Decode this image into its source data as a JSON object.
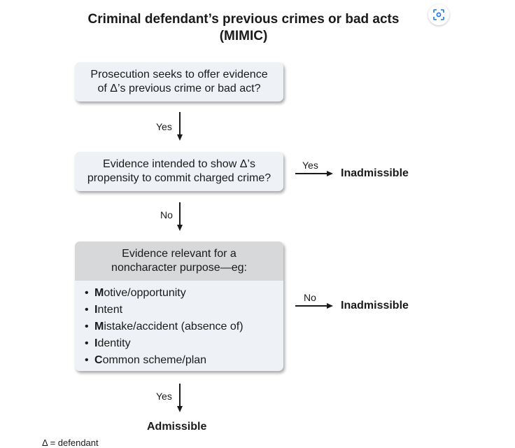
{
  "title": {
    "line1": "Criminal defendant’s previous crimes or bad acts",
    "line2": "(MIMIC)"
  },
  "step1": {
    "line1": "Prosecution seeks to offer evidence",
    "line2": "of Δ’s previous crime or bad act?"
  },
  "step2": {
    "line1": "Evidence intended to show Δ’s",
    "line2": "propensity to commit charged crime?"
  },
  "step3": {
    "header_line1": "Evidence relevant for a",
    "header_line2": "noncharacter purpose—eg:",
    "items": [
      {
        "letter": "M",
        "rest": "otive/opportunity"
      },
      {
        "letter": "I",
        "rest": "ntent"
      },
      {
        "letter": "M",
        "rest": "istake/accident (absence of)"
      },
      {
        "letter": "I",
        "rest": "dentity"
      },
      {
        "letter": "C",
        "rest": "ommon scheme/plan"
      }
    ]
  },
  "labels": {
    "yes1": "Yes",
    "yes2": "Yes",
    "no1": "No",
    "no2": "No",
    "yes3": "Yes"
  },
  "outcomes": {
    "inadmissible1": "Inadmissible",
    "inadmissible2": "Inadmissible",
    "admissible": "Admissible"
  },
  "footnote": "Δ = defendant",
  "icons": {
    "lens": "google-lens-icon"
  },
  "colors": {
    "box_fill": "#eef2f7",
    "header_fill": "#d6d8da",
    "text": "#1a1a1a",
    "lens_blue": "#1a73e8"
  }
}
